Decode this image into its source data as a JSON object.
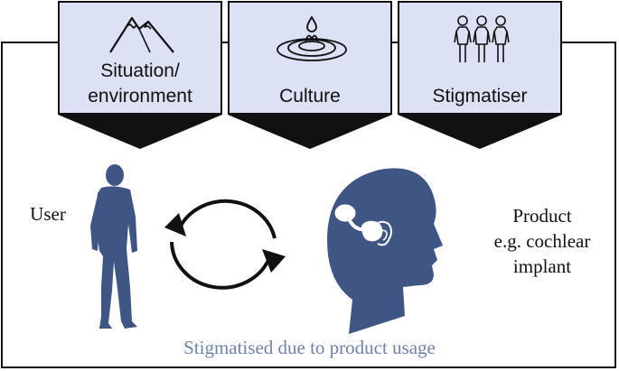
{
  "factors": [
    {
      "id": "situation",
      "label_line1": "Situation/",
      "label_line2": "environment",
      "icon": "mountain-icon"
    },
    {
      "id": "culture",
      "label": "Culture",
      "icon": "water-drop-ripple-icon"
    },
    {
      "id": "stigmatiser",
      "label": "Stigmatiser",
      "icon": "group-of-people-icon"
    }
  ],
  "user_label": "User",
  "product_label_line1": "Product",
  "product_label_line2": "e.g. cochlear",
  "product_label_line3": "implant",
  "caption": "Stigmatised due to product usage",
  "colors": {
    "box_fill": "#dce1f4",
    "silhouette": "#3f5684",
    "caption": "#6f82ab",
    "outline": "#111111"
  },
  "icons": {
    "user": "walking-person-icon",
    "cycle": "circular-arrows-icon",
    "product": "head-with-cochlear-implant-icon"
  }
}
